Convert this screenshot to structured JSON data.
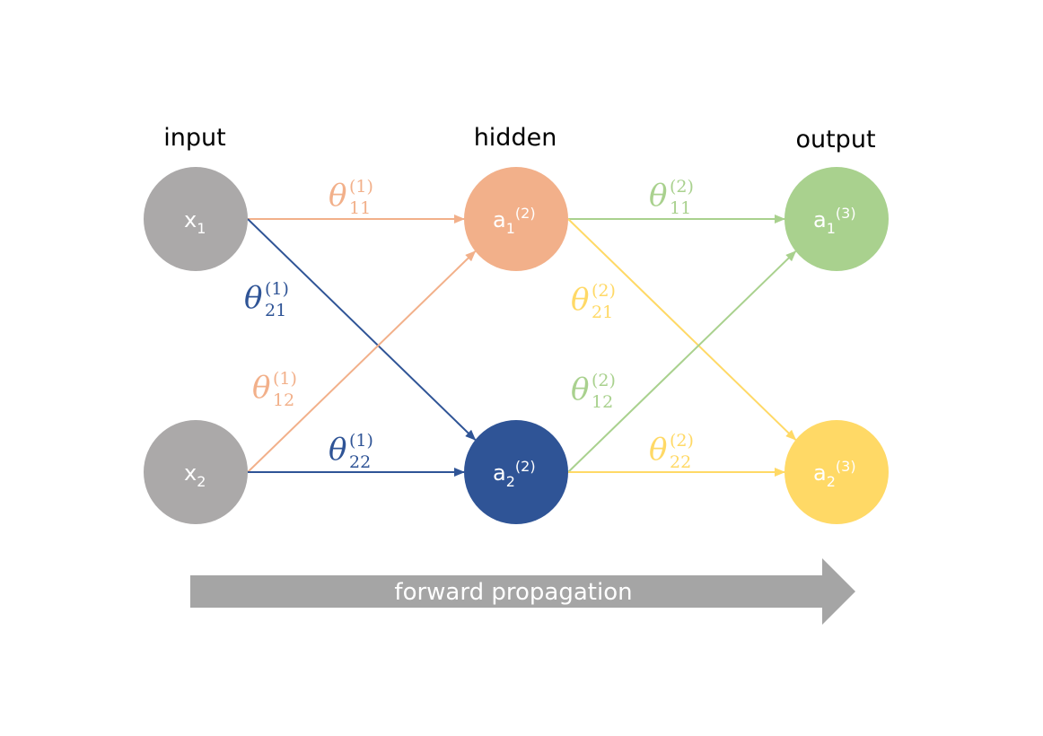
{
  "layers": [
    {
      "title": "input",
      "color": "#ABA9A9"
    },
    {
      "title": "hidden"
    },
    {
      "title": "output"
    }
  ],
  "nodes": [
    {
      "id": "x1",
      "base": "x",
      "sub": "1",
      "sup": "",
      "color": "#ABA9A9",
      "layer": 0,
      "row": 0
    },
    {
      "id": "x2",
      "base": "x",
      "sub": "2",
      "sup": "",
      "color": "#ABA9A9",
      "layer": 0,
      "row": 1
    },
    {
      "id": "a12",
      "base": "a",
      "sub": "1",
      "sup": "(2)",
      "color": "#F2B08A",
      "layer": 1,
      "row": 0
    },
    {
      "id": "a22",
      "base": "a",
      "sub": "2",
      "sup": "(2)",
      "color": "#2F5496",
      "layer": 1,
      "row": 1
    },
    {
      "id": "a13",
      "base": "a",
      "sub": "1",
      "sup": "(3)",
      "color": "#A9D18E",
      "layer": 2,
      "row": 0
    },
    {
      "id": "a23",
      "base": "a",
      "sub": "2",
      "sup": "(3)",
      "color": "#FFD966",
      "layer": 2,
      "row": 1
    }
  ],
  "edges": [
    {
      "from": "x1",
      "to": "a12",
      "color": "#F2B08A",
      "symbol": "θ",
      "sub": "11",
      "sup": "(1)"
    },
    {
      "from": "x1",
      "to": "a22",
      "color": "#2F5496",
      "symbol": "θ",
      "sub": "21",
      "sup": "(1)"
    },
    {
      "from": "x2",
      "to": "a12",
      "color": "#F2B08A",
      "symbol": "θ",
      "sub": "12",
      "sup": "(1)"
    },
    {
      "from": "x2",
      "to": "a22",
      "color": "#2F5496",
      "symbol": "θ",
      "sub": "22",
      "sup": "(1)"
    },
    {
      "from": "a12",
      "to": "a13",
      "color": "#A9D18E",
      "symbol": "θ",
      "sub": "11",
      "sup": "(2)"
    },
    {
      "from": "a12",
      "to": "a23",
      "color": "#FFD966",
      "symbol": "θ",
      "sub": "21",
      "sup": "(2)"
    },
    {
      "from": "a22",
      "to": "a13",
      "color": "#A9D18E",
      "symbol": "θ",
      "sub": "12",
      "sup": "(2)"
    },
    {
      "from": "a22",
      "to": "a23",
      "color": "#FFD966",
      "symbol": "θ",
      "sub": "22",
      "sup": "(2)"
    }
  ],
  "propagation_arrow": {
    "label": "forward propagation",
    "color": "#A5A5A5"
  }
}
